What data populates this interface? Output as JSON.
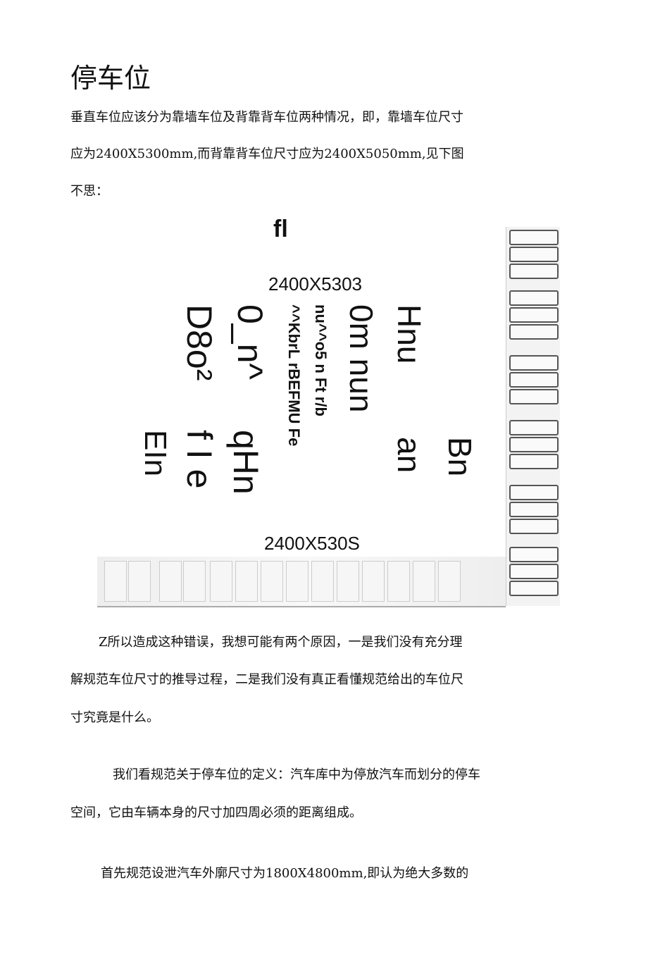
{
  "title": "停车位",
  "para1": [
    "垂直车位应该分为靠墙车位及背靠背车位两种情况，即，靠墙车位尺寸",
    "应为2400X5300mm,而背靠背车位尺寸应为2400X5050mm,见下图",
    "不思："
  ],
  "figure": {
    "top_mark": "fl",
    "label_top": "2400X5303",
    "label_bottom": "2400X530S",
    "garbled": [
      "EIn",
      "D8o²",
      "f I e",
      "0_n^",
      "qHn",
      "nu^^o5 n Ft r/b",
      "^^KbrL rBEFMU Fe",
      "Hnu",
      "0m nun",
      "an",
      "Bn"
    ]
  },
  "para2": [
    "Z所以造成这种错误，我想可能有两个原因，一是我们没有充分理",
    "解规范车位尺寸的推导过程，二是我们没有真正看懂规范给出的车位尺",
    "寸究竟是什么。"
  ],
  "para3": [
    "我们看规范关于停车位的定义：汽车库中为停放汽车而划分的停车",
    "空间，它由车辆本身的尺寸加四周必须的距离组成。"
  ],
  "para4": [
    "首先规范设泄汽车外廓尺寸为1800X4800mm,即认为绝大多数的"
  ]
}
